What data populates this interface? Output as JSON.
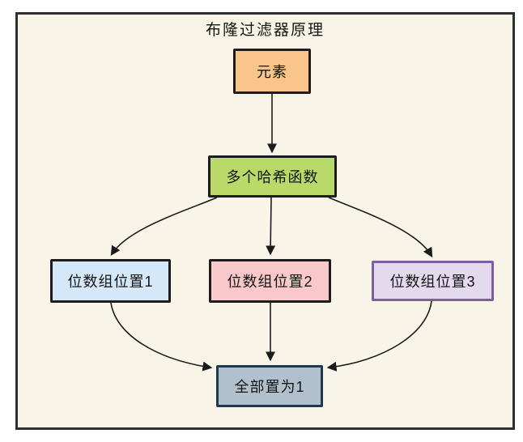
{
  "diagram": {
    "title": "布隆过滤器原理",
    "background": "#f8f5e8",
    "frame_border": "#2d3033",
    "edge_color": "#1b1b1b",
    "nodes": [
      {
        "id": "element",
        "label": "元素",
        "fill": "#f9c58a",
        "border": "#1c1c1c"
      },
      {
        "id": "hash-functions",
        "label": "多个哈希函数",
        "fill": "#b9d969",
        "border": "#1c1c1c"
      },
      {
        "id": "bit-position-1",
        "label": "位数组位置1",
        "fill": "#d5e8f9",
        "border": "#1c1c1c"
      },
      {
        "id": "bit-position-2",
        "label": "位数组位置2",
        "fill": "#f9c8cb",
        "border": "#1c1c1c"
      },
      {
        "id": "bit-position-3",
        "label": "位数组位置3",
        "fill": "#e4daed",
        "border": "#7d5e9e"
      },
      {
        "id": "set-all-to-1",
        "label": "全部置为1",
        "fill": "#b0c1cd",
        "border": "#20384e"
      }
    ]
  }
}
